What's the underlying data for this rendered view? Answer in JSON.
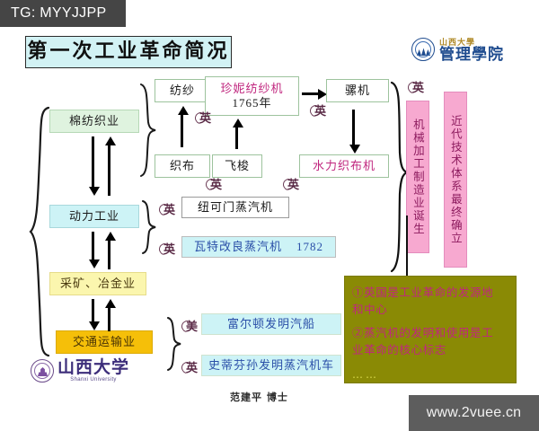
{
  "overlay": {
    "tag": "TG: MYYJJPP",
    "watermark": "www.2vuee.cn"
  },
  "title": "第一次工业革命简况",
  "logos": {
    "management": {
      "university": "山西大學",
      "school": "管理學院"
    },
    "shanxi": {
      "cn": "山西大学",
      "en": "Shanxi University"
    }
  },
  "author": "范建平 博士",
  "country_marks": {
    "uk": "英",
    "us": "美"
  },
  "sectors": [
    {
      "id": "cotton",
      "label": "棉纺织业"
    },
    {
      "id": "power",
      "label": "动力工业"
    },
    {
      "id": "mining",
      "label": "采矿、冶金业"
    },
    {
      "id": "transport",
      "label": "交通运输业"
    }
  ],
  "cotton_branch": {
    "spin": "纺纱",
    "weave": "织布",
    "jenny_name": "珍妮纺纱机",
    "jenny_year": "1765年",
    "shuttle": "飞梭",
    "mule": "骡机",
    "water_loom": "水力织布机"
  },
  "power_branch": {
    "newcomen": "纽可门蒸汽机",
    "watt": "瓦特改良蒸汽机",
    "watt_year": "1782"
  },
  "transport_branch": {
    "fulton": "富尔顿发明汽船",
    "stephenson": "史蒂芬孙发明蒸汽机车",
    "ellipsis": "……"
  },
  "outcomes": [
    {
      "id": "machinery",
      "label": "机械加工制造业诞生"
    },
    {
      "id": "system",
      "label": "近代技术体系最终确立"
    }
  ],
  "conclusion": {
    "line1": "①英国是工业革命的发源地",
    "line2": "和中心",
    "line3": "②蒸汽机的发明和使用是工",
    "line4": "业革命的核心标志",
    "dots": "……"
  },
  "colors": {
    "title_bg": "#d2f2f4",
    "green_box": "#dff3df",
    "cyan_box": "#cdf3f6",
    "yellow_box": "#fbf6ae",
    "gold_box": "#f5bf09",
    "pink_panel": "#f7a9d0",
    "olive_panel": "#8a8a05",
    "magenta_text": "#c0267e"
  }
}
